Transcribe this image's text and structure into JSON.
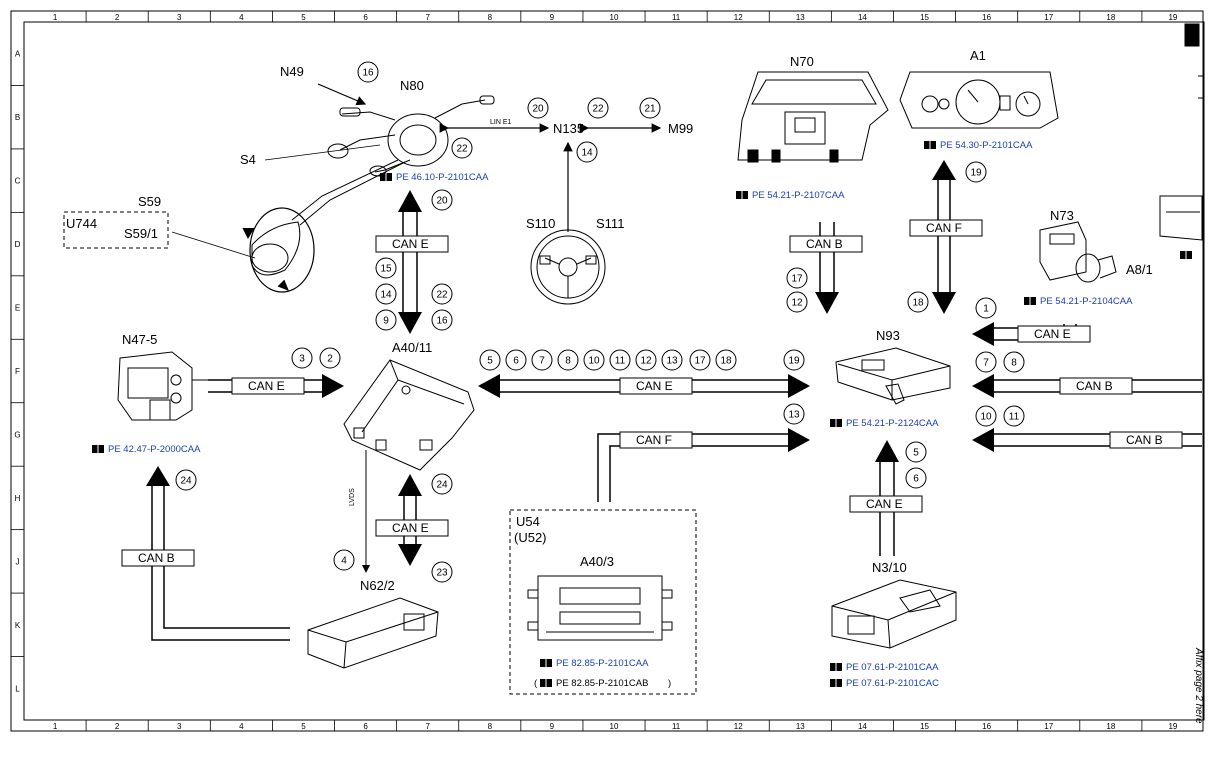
{
  "grid": {
    "columns": [
      "1",
      "2",
      "3",
      "4",
      "5",
      "6",
      "7",
      "8",
      "9",
      "10",
      "11",
      "12",
      "13",
      "14",
      "15",
      "16",
      "17",
      "18",
      "19"
    ],
    "rows": [
      "A",
      "B",
      "C",
      "D",
      "E",
      "F",
      "G",
      "H",
      "J",
      "K",
      "L"
    ]
  },
  "components": {
    "n49": "N49",
    "n80": "N80",
    "s4": "S4",
    "s59": "S59",
    "s59_1": "S59/1",
    "u744": "U744",
    "n135": "N135",
    "m99": "M99",
    "s110": "S110",
    "s111": "S111",
    "n70": "N70",
    "a1": "A1",
    "n73": "N73",
    "a8_1": "A8/1",
    "n47_5": "N47-5",
    "a40_11": "A40/11",
    "n93": "N93",
    "n62_2": "N62/2",
    "u54": "U54",
    "u52": "(U52)",
    "a40_3": "A40/3",
    "n3_10": "N3/10"
  },
  "bus_labels": {
    "lin_e1": "LIN E1",
    "lvds": "LVDS",
    "can_e": "CAN E",
    "can_b": "CAN B",
    "can_f": "CAN F"
  },
  "refs": {
    "n80": "PE 46.10-P-2101CAA",
    "n70": "PE 54.21-P-2107CAA",
    "a1": "PE 54.30-P-2101CAA",
    "n73": "PE 54.21-P-2104CAA",
    "n47_5": "PE 42.47-P-2000CAA",
    "n93": "PE 54.21-P-2124CAA",
    "a40_3a": "PE 82.85-P-2101CAA",
    "a40_3b": "PE 82.85-P-2101CAB",
    "n3_10a": "PE 07.61-P-2101CAA",
    "n3_10b": "PE 07.61-P-2101CAC"
  },
  "side_note": "Affix page 2 here",
  "colors": {
    "line": "#000000",
    "ref_link": "#1a3fb5"
  }
}
